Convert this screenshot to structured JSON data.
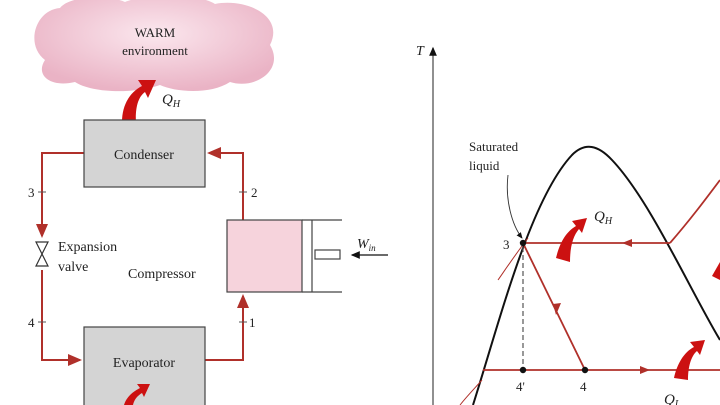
{
  "cycle": {
    "cloud_line1": "WARM",
    "cloud_line2": "environment",
    "condenser": "Condenser",
    "evaporator": "Evaporator",
    "compressor": "Compressor",
    "valve_line1": "Expansion",
    "valve_line2": "valve",
    "q_symbol": "Q",
    "q_high_sub": "H",
    "w_symbol": "W",
    "w_sub": "in",
    "states": [
      "1",
      "2",
      "3",
      "4"
    ]
  },
  "ts_diagram": {
    "axis_label": "T",
    "note_line1": "Saturated",
    "note_line2": "liquid",
    "q_symbol": "Q",
    "q_high_sub": "H",
    "q_low_sub": "L",
    "points": [
      "3",
      "4'",
      "4"
    ]
  },
  "colors": {
    "pipe": "#b0302a",
    "heat_arrow": "#cc1111",
    "box": "#d4d4d4",
    "cloud": "#f1c6d3",
    "compressor": "#f6d3dc"
  }
}
